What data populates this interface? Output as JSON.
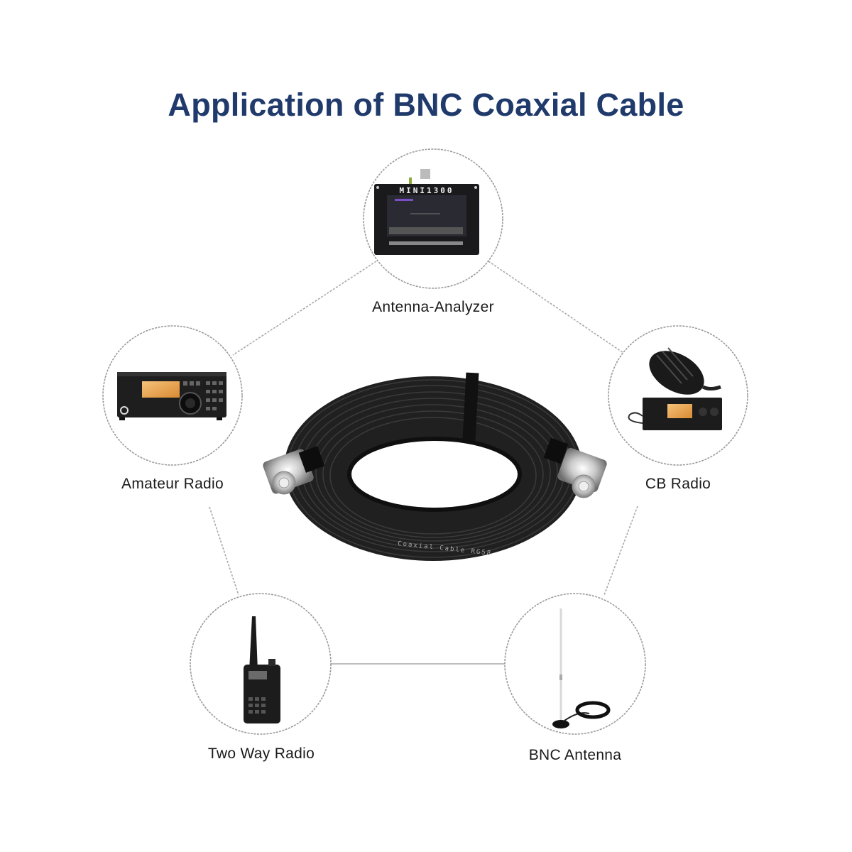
{
  "title": "Application of BNC Coaxial Cable",
  "center_product": {
    "name": "BNC coaxial cable coil",
    "cable_print": "Coaxial Cable RG58"
  },
  "applications": [
    {
      "id": "antenna-analyzer",
      "label": "Antenna-Analyzer",
      "device_screen_text": "MINI1300"
    },
    {
      "id": "amateur-radio",
      "label": "Amateur Radio"
    },
    {
      "id": "cb-radio",
      "label": "CB Radio"
    },
    {
      "id": "two-way-radio",
      "label": "Two Way Radio"
    },
    {
      "id": "bnc-antenna",
      "label": "BNC Antenna"
    }
  ],
  "colors": {
    "title": "#1f3a6b",
    "circle_stroke": "#9a9a9a",
    "connector_line": "#a8a8a8",
    "cable": "#1c1c1c",
    "lcd_orange": "#e8a24a"
  }
}
